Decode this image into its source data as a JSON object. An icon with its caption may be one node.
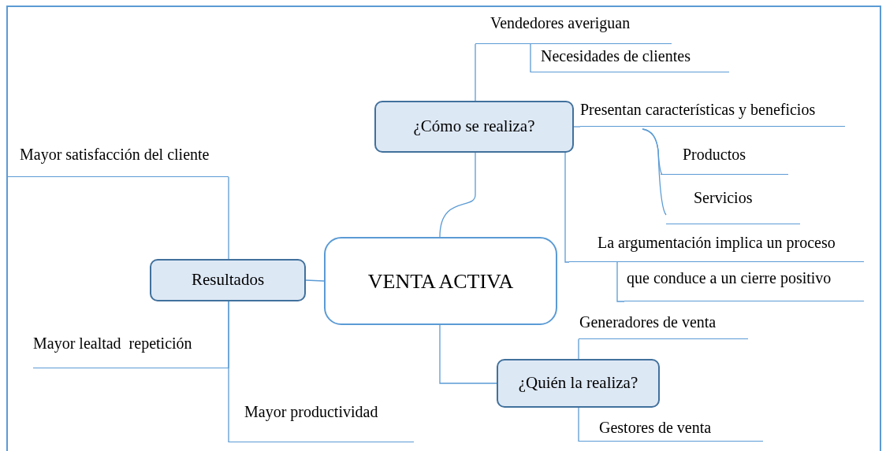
{
  "diagram": {
    "nodes": [
      {
        "text": [
          "VENTA ACTIVA"
        ]
      },
      {
        "text": [
          "¿Cómo se realiza?"
        ]
      },
      {
        "text": [
          "Vendedores averiguan"
        ]
      },
      {
        "text": [
          "Necesidades de clientes"
        ]
      },
      {
        "text": [
          "Presentan características y beneficios"
        ]
      },
      {
        "text": [
          "Productos"
        ]
      },
      {
        "text": [
          "Servicios"
        ]
      },
      {
        "text": [
          "La argumentación implica un proceso"
        ]
      },
      {
        "text": [
          "que conduce a un cierre positivo"
        ]
      },
      {
        "text": [
          "Resultados"
        ]
      },
      {
        "text": [
          "Mayor satisfacción del cliente"
        ]
      },
      {
        "text": [
          "Mayor lealtad  repetición"
        ]
      },
      {
        "text": [
          "Mayor productividad"
        ]
      },
      {
        "text": [
          "¿Quién la realiza?"
        ]
      },
      {
        "text": [
          "Generadores de venta"
        ]
      },
      {
        "text": [
          "Gestores de venta"
        ]
      }
    ],
    "edges": [
      {
        "from": 0,
        "to": 1,
        "arrow": "none"
      },
      {
        "from": 1,
        "to": 2,
        "arrow": "none"
      },
      {
        "from": 2,
        "to": 3,
        "arrow": "none"
      },
      {
        "from": 1,
        "to": 4,
        "arrow": "none"
      },
      {
        "from": 4,
        "to": 5,
        "arrow": "none"
      },
      {
        "from": 4,
        "to": 6,
        "arrow": "none"
      },
      {
        "from": 1,
        "to": 7,
        "arrow": "none"
      },
      {
        "from": 7,
        "to": 8,
        "arrow": "none"
      },
      {
        "from": 0,
        "to": 9,
        "arrow": "none"
      },
      {
        "from": 9,
        "to": 10,
        "arrow": "none"
      },
      {
        "from": 9,
        "to": 11,
        "arrow": "none"
      },
      {
        "from": 9,
        "to": 12,
        "arrow": "none"
      },
      {
        "from": 0,
        "to": 13,
        "arrow": "none"
      },
      {
        "from": 13,
        "to": 14,
        "arrow": "none"
      },
      {
        "from": 13,
        "to": 15,
        "arrow": "none"
      }
    ]
  }
}
